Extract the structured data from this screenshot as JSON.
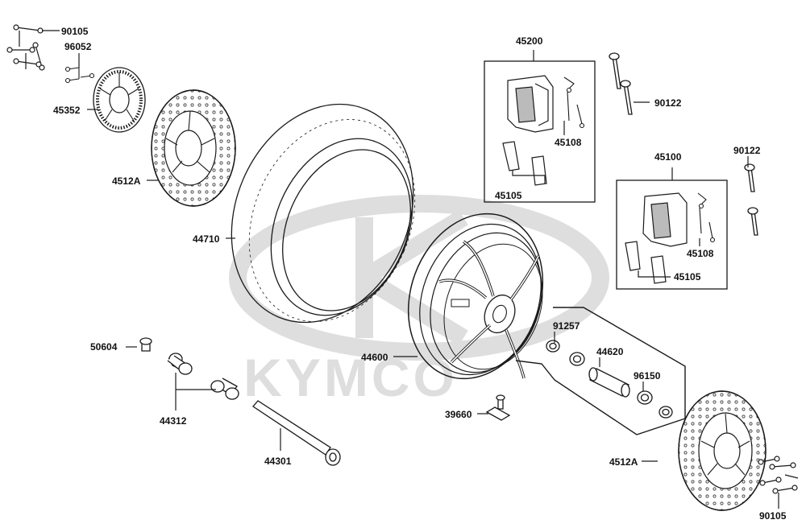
{
  "watermark": {
    "text": "KYMCO",
    "color": "#dedede"
  },
  "colors": {
    "line": "#1a1a1a",
    "part_fill": "#ffffff",
    "shade": "#9a9a9a"
  },
  "labels": {
    "p90105_top": "90105",
    "p96052": "96052",
    "p45352": "45352",
    "p4512A_left": "4512A",
    "p44710": "44710",
    "p50604": "50604",
    "p44312": "44312",
    "p44301": "44301",
    "p45200": "45200",
    "p90122_top": "90122",
    "p45108_top": "45108",
    "p45105_top": "45105",
    "p45100": "45100",
    "p90122_right": "90122",
    "p45108_bottom": "45108",
    "p45105_bottom": "45105",
    "p91257": "91257",
    "p44620": "44620",
    "p96150": "96150",
    "p44600": "44600",
    "p39660": "39660",
    "p4512A_right": "4512A",
    "p90105_bottom": "90105"
  }
}
